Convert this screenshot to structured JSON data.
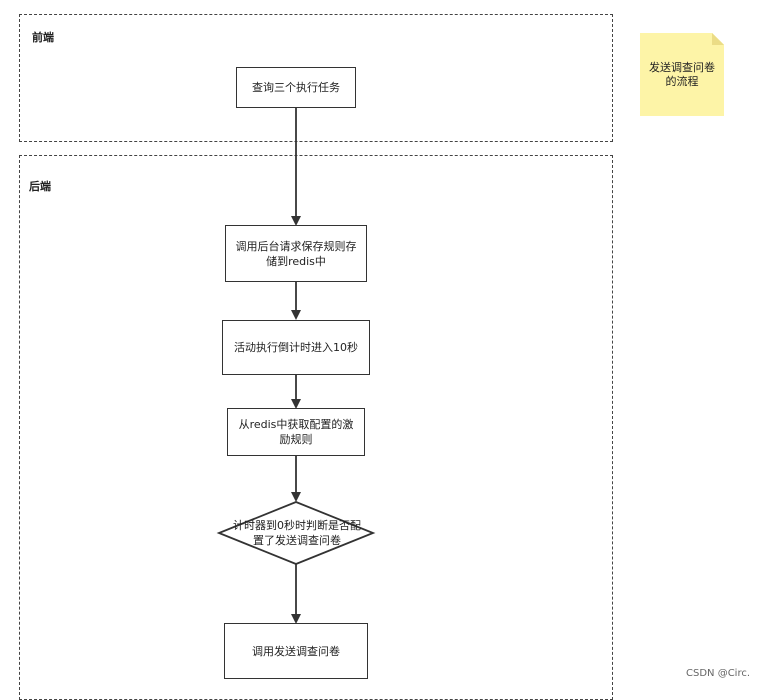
{
  "lanes": {
    "frontend": "前端",
    "backend": "后端"
  },
  "nodes": {
    "query_tasks": "查询三个执行任务",
    "save_rules": "调用后台请求保存规则存储到redis中",
    "countdown": "活动执行倒计时进入10秒",
    "get_rules": "从redis中获取配置的激励规则",
    "decision": "计时器到0秒时判断是否配置了发送调查问卷",
    "send_survey": "调用发送调查问卷"
  },
  "note": "发送调查问卷的流程",
  "watermark": "CSDN @Circ."
}
